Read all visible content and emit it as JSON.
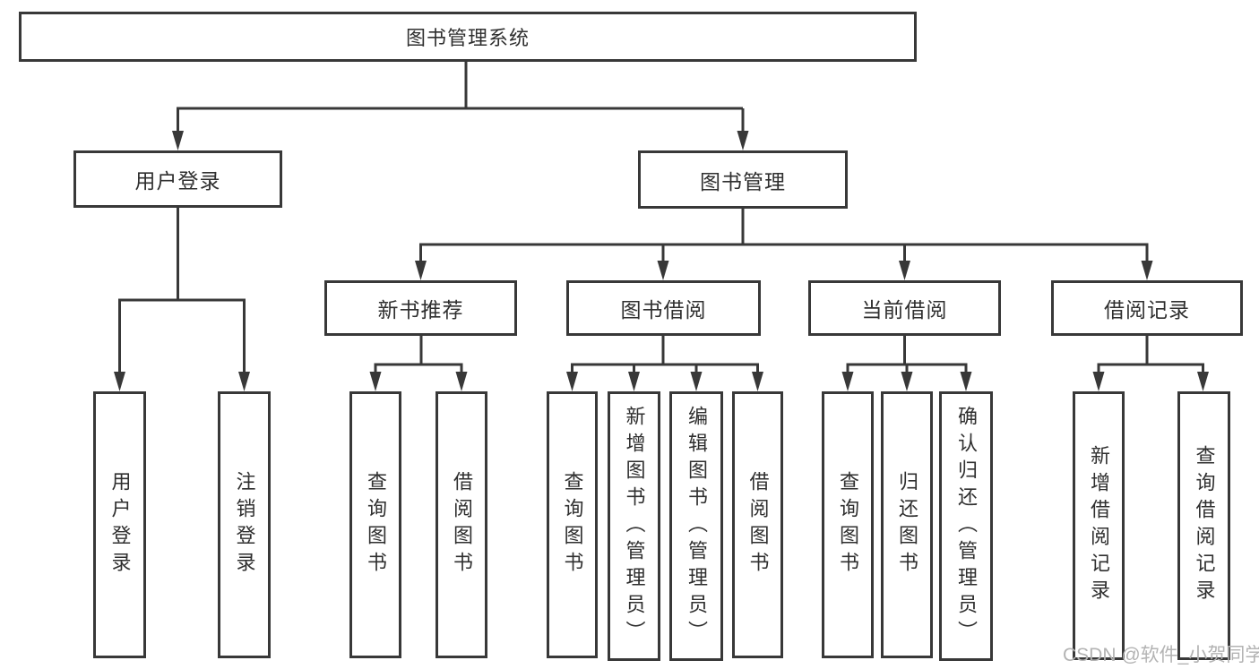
{
  "diagram": {
    "root": {
      "label": "图书管理系统"
    },
    "level2": [
      {
        "label": "用户登录"
      },
      {
        "label": "图书管理"
      }
    ],
    "level3": [
      {
        "label": "新书推荐"
      },
      {
        "label": "图书借阅"
      },
      {
        "label": "当前借阅"
      },
      {
        "label": "借阅记录"
      }
    ],
    "level4": {
      "user_login": [
        {
          "label": "用户登录"
        },
        {
          "label": "注销登录"
        }
      ],
      "new_books": [
        {
          "label": "查询图书"
        },
        {
          "label": "借阅图书"
        }
      ],
      "book_borrow": [
        {
          "label": "查询图书"
        },
        {
          "label": "新增图书（管理员）"
        },
        {
          "label": "编辑图书（管理员）"
        },
        {
          "label": "借阅图书"
        }
      ],
      "current_borrow": [
        {
          "label": "查询图书"
        },
        {
          "label": "归还图书"
        },
        {
          "label": "确认归还（管理员）"
        }
      ],
      "borrow_records": [
        {
          "label": "新增借阅记录"
        },
        {
          "label": "查询借阅记录"
        }
      ]
    }
  },
  "watermark": {
    "text": "CSDN @软件_小贺同学"
  },
  "colors": {
    "line": "#383838",
    "box_border": "#383838",
    "text": "#2f2f2f",
    "background": "#ffffff",
    "watermark": "#b3b3b3"
  }
}
